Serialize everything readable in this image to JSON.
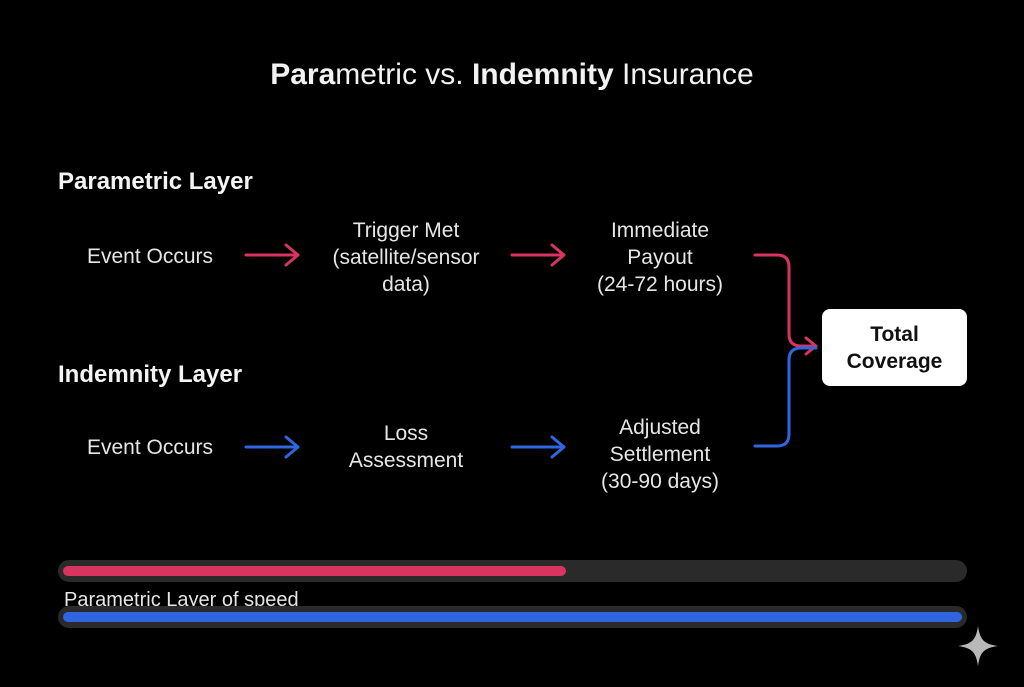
{
  "title": {
    "part1": "Para",
    "part2": "metric vs. ",
    "part3": "Indemnity",
    "part4": " Insurance"
  },
  "parametric": {
    "label": "Parametric Layer",
    "steps": [
      "Event Occurs",
      "Trigger Met\n(satellite/sensor\ndata)",
      "Immediate\nPayout\n(24-72 hours)"
    ]
  },
  "indemnity": {
    "label": "Indemnity Layer",
    "steps": [
      "Event Occurs",
      "Loss\nAssessment",
      "Adjusted\nSettlement\n(30-90 days)"
    ]
  },
  "result": {
    "label": "Total\nCoverage"
  },
  "speed_bars": {
    "caption": "Parametric Layer of speed",
    "parametric_fill": 0.56,
    "indemnity_fill": 1.0
  },
  "colors": {
    "parametric": "#d8345f",
    "indemnity": "#2f66e0",
    "background": "#000000"
  }
}
